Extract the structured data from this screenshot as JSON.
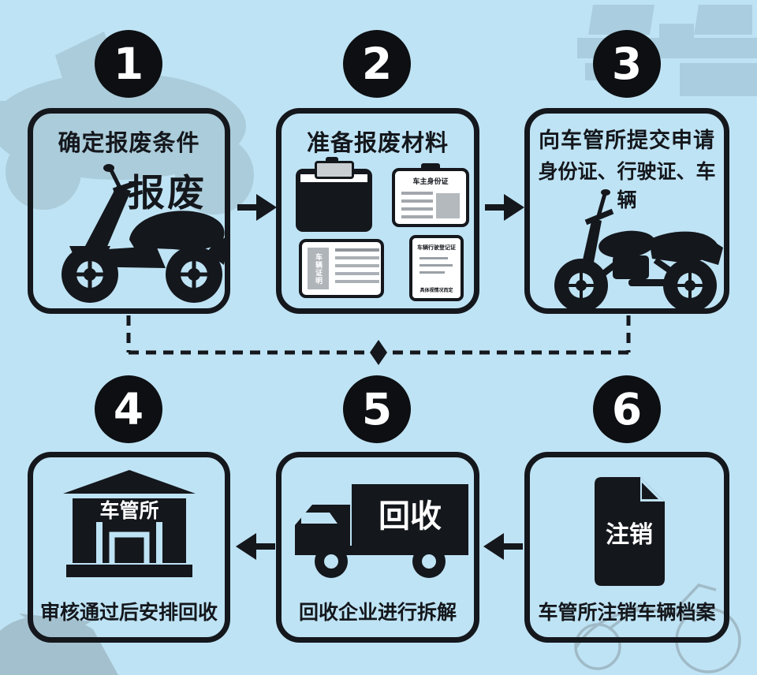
{
  "canvas": {
    "background_color": "#bee3f4",
    "ink_color": "#14171c",
    "silhouette_color": "#a0bdca"
  },
  "steps": [
    {
      "num": "1",
      "title": "确定报废条件",
      "scooter_label": "报废"
    },
    {
      "num": "2",
      "title": "准备报废材料",
      "docs": {
        "id_card_title": "车主身份证",
        "cert_vertical": "车辆证明",
        "reg_title": "车辆行驶登记证",
        "reg_note": "具体视情况而定"
      }
    },
    {
      "num": "3",
      "title": "向车管所提交申请",
      "subtitle": "身份证、行驶证、车辆"
    },
    {
      "num": "4",
      "icon_label": "车管所",
      "caption": "审核通过后安排回收"
    },
    {
      "num": "5",
      "icon_label": "回收",
      "caption": "回收企业进行拆解"
    },
    {
      "num": "6",
      "icon_label": "注销",
      "caption": "车管所注销车辆档案"
    }
  ]
}
